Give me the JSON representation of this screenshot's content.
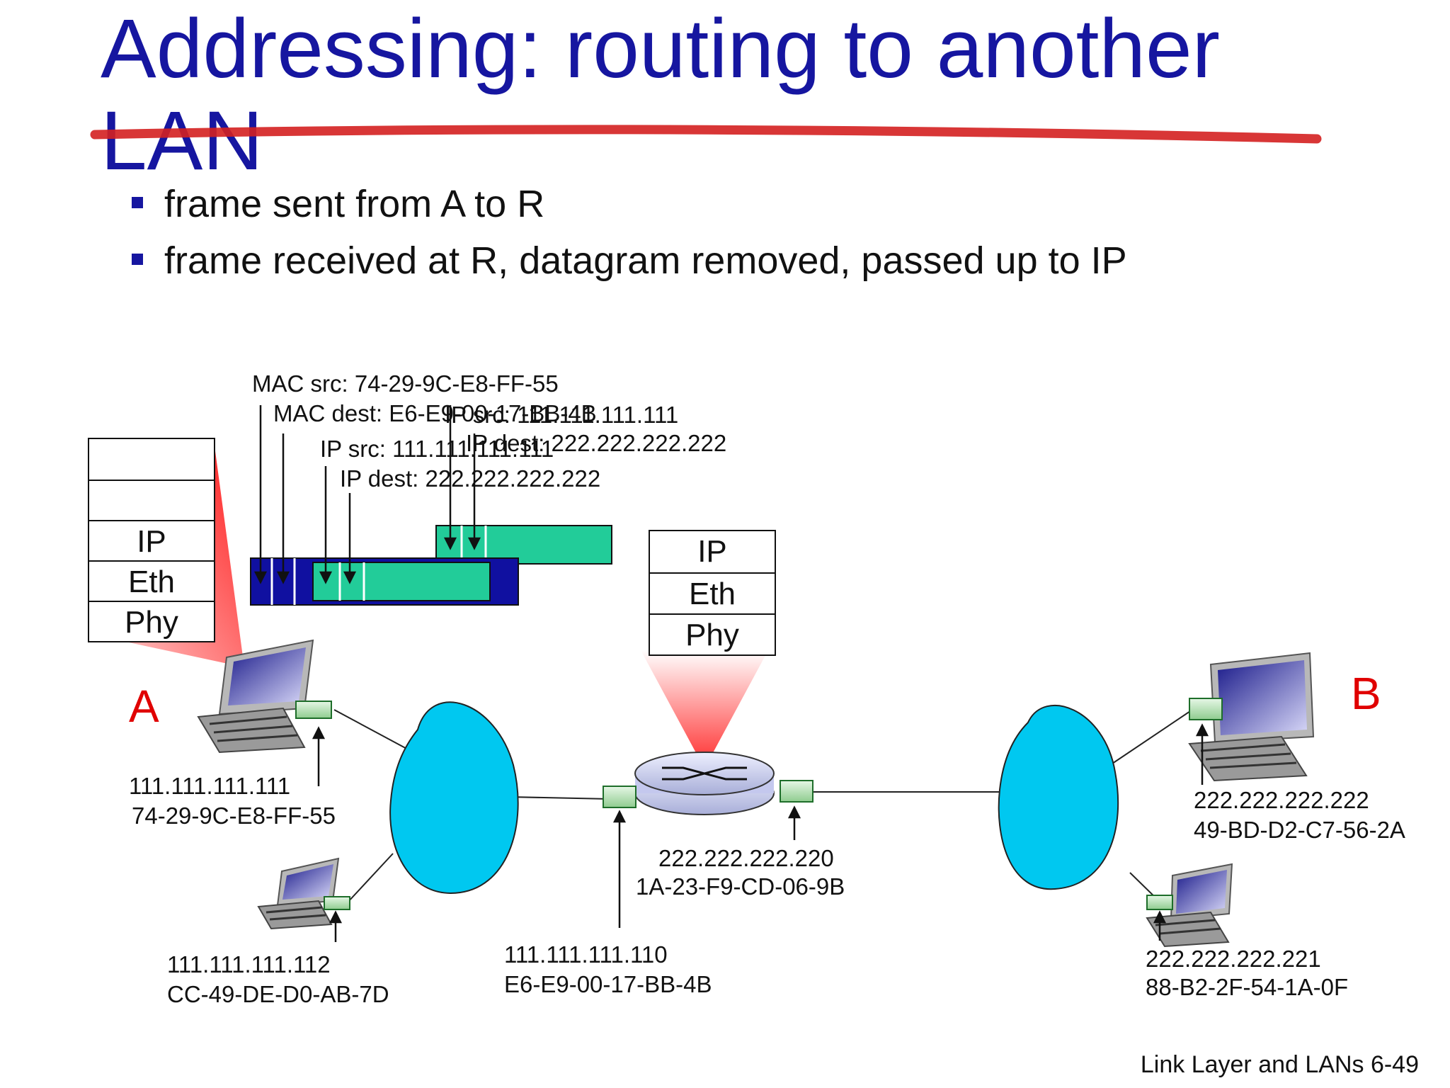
{
  "title": "Addressing: routing to another LAN",
  "bullets": [
    "frame sent from A to R",
    "frame received at R, datagram removed, passed up to IP"
  ],
  "frame_labels": {
    "mac_src": "MAC src: 74-29-9C-E8-FF-55",
    "mac_dest": "MAC dest: E6-E9-00-17-BB-4B",
    "ip_src": "IP src: 111.111.111.111",
    "ip_dest": "IP dest: 222.222.222.222",
    "ip_src_2": "IP src: 111.111.111.111",
    "ip_dest_2": "IP dest: 222.222.222.222"
  },
  "host_stack": [
    "",
    "",
    "IP",
    "Eth",
    "Phy"
  ],
  "router_stack": [
    "IP",
    "Eth",
    "Phy"
  ],
  "nodes": {
    "a": "A",
    "b": "B"
  },
  "interfaces": {
    "host_a": {
      "ip": "111.111.111.111",
      "mac": "74-29-9C-E8-FF-55"
    },
    "host_a2": {
      "ip": "111.111.111.112",
      "mac": "CC-49-DE-D0-AB-7D"
    },
    "router_left": {
      "ip": "111.111.111.110",
      "mac": "E6-E9-00-17-BB-4B"
    },
    "router_right": {
      "ip": "222.222.222.220",
      "mac": "1A-23-F9-CD-06-9B"
    },
    "host_b": {
      "ip": "222.222.222.222",
      "mac": "49-BD-D2-C7-56-2A"
    },
    "host_b2": {
      "ip": "222.222.222.221",
      "mac": "88-B2-2F-54-1A-0F"
    }
  },
  "footer": "Link Layer and LANs  6-49",
  "colors": {
    "title": "#1616a0",
    "frame_dark": "#1010a0",
    "datagram": "#22cc99",
    "cloud": "#00c8f0",
    "nic": "#2e9a40",
    "callout": "#ff2a2a",
    "strike": "#d42020",
    "node_label": "#e00000"
  }
}
